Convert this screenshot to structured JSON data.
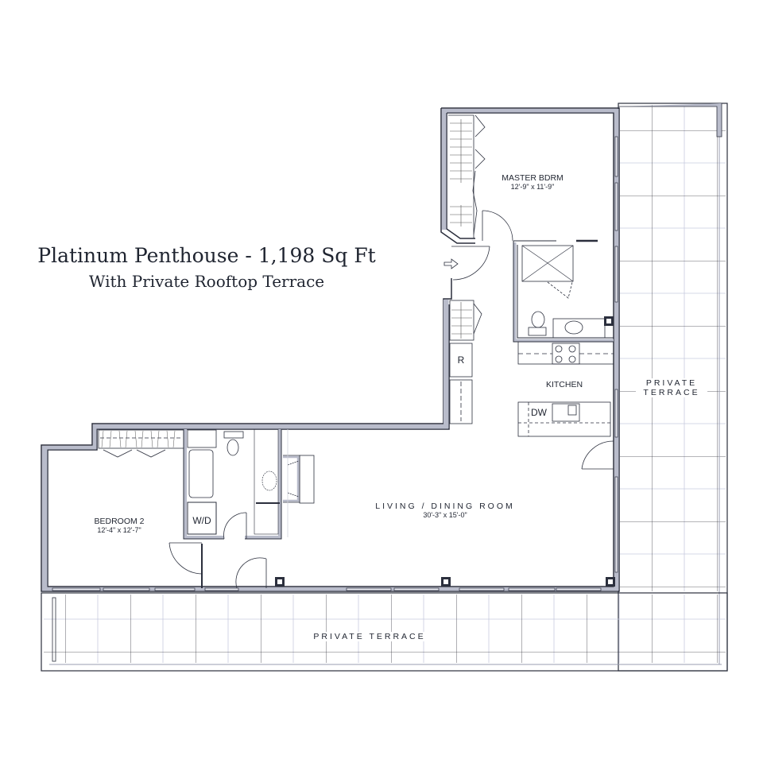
{
  "header": {
    "title": "Platinum Penthouse - 1,198 Sq Ft",
    "subtitle": "With Private Rooftop Terrace"
  },
  "rooms": {
    "master_bedroom": {
      "name": "MASTER BDRM",
      "dimensions": "12'-9\" x 11'-9\""
    },
    "kitchen": {
      "name": "KITCHEN"
    },
    "living_dining": {
      "name": "LIVING / DINING ROOM",
      "dimensions": "30'-3\" x 15'-0\""
    },
    "bedroom_2": {
      "name": "BEDROOM 2",
      "dimensions": "12'-4\" x 12'-7\""
    },
    "terrace_east": {
      "line1": "PRIVATE",
      "line2": "TERRACE"
    },
    "terrace_south": {
      "name": "PRIVATE TERRACE"
    }
  },
  "fixtures": {
    "refrigerator": "R",
    "dishwasher": "DW",
    "washer_dryer": "W/D"
  },
  "icons": {
    "entry_arrow": "entry-arrow-icon"
  },
  "colors": {
    "wall_fill": "#b9bccb",
    "wall_stroke": "#2b2f3d",
    "grid_line": "#3a3a44",
    "grid_subline": "#c8cbe0",
    "text": "#1f2430"
  }
}
